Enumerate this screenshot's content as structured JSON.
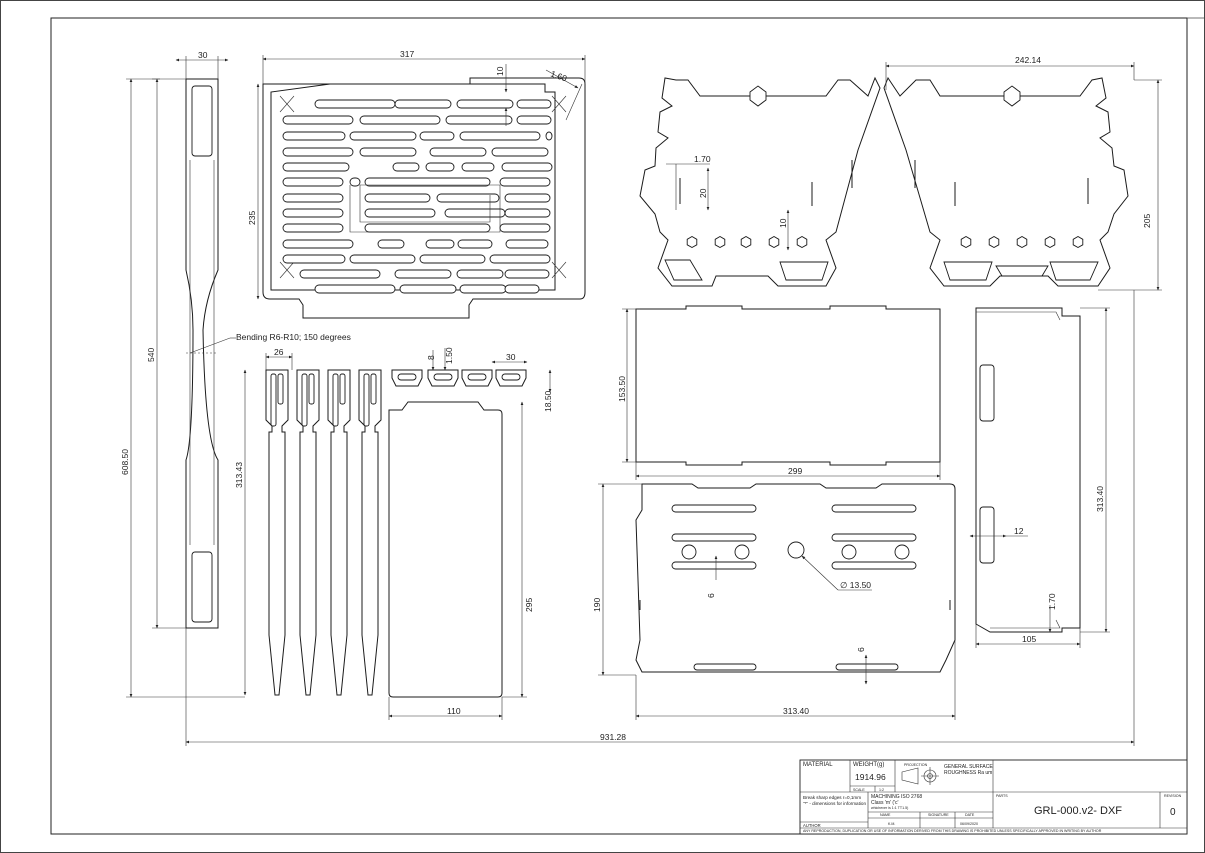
{
  "drawing": {
    "dimensions": {
      "d30_top": "30",
      "d317": "317",
      "d10": "10",
      "d160": "1.60",
      "d235": "235",
      "d540": "540",
      "d60850": "608.50",
      "bending_note": "Bending R6-R10; 150 degrees",
      "d26": "26",
      "d8": "8",
      "d150": "1.50",
      "d30_clip": "30",
      "d1850": "18.50",
      "d31343": "313.43",
      "d295": "295",
      "d110": "110",
      "d93128": "931.28",
      "d24214": "242.14",
      "d170_a": "1.70",
      "d20": "20",
      "d10_b": "10",
      "d205": "205",
      "d15350": "153.50",
      "d299": "299",
      "d190": "190",
      "d6_a": "6",
      "d1350": "∅ 13.50",
      "d6_b": "6",
      "d31340_h": "313.40",
      "d31340_v": "313.40",
      "d12": "12",
      "d170_b": "1.70",
      "d105": "105"
    }
  },
  "title_block": {
    "material_label": "MATERIAL",
    "weight_label": "WEIGHT(g)",
    "weight_value": "1914.96",
    "scale_label": "SCALE",
    "scale_value": "1:2",
    "projection_label": "PROJECTION",
    "surface_line1": "GENERAL SURFACE",
    "surface_line2": "ROUGHNESS Ra um",
    "note_line1": "Break sharp edges r=0,1mm",
    "note_line2": "\"*\" - dimensions for information",
    "machining_line1": "MACHINING ISO 2768",
    "machining_line2": "Class 'm' ('c'",
    "machining_line3": "whichever is 1:1 TT1.5)",
    "name_label": "NAME",
    "signature_label": "SIGNATURE",
    "date_label": "DATE",
    "author_label": "AUTHOR",
    "author_name": "K.M.",
    "date_value": "06/09/2020",
    "parts_label": "PARTS",
    "part_number": "GRL-000.v2- DXF",
    "revision_label": "REVISION",
    "revision_value": "0",
    "copyright": "ANY REPRODUCTION, DUPLICATION OR USE OF INFORMATION DERIVED FROM THIS DRAWING IS PROHIBITED UNLESS SPECIFICALLY APPROVED IN WRITING BY AUTHOR"
  }
}
